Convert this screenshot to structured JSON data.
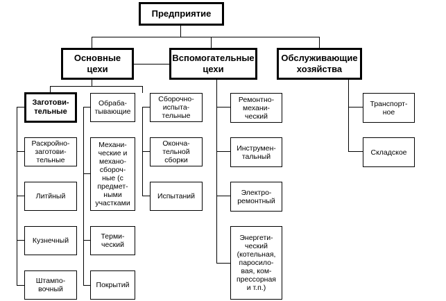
{
  "root": {
    "label": "Предприятие"
  },
  "level1": [
    {
      "label": "Основные цехи"
    },
    {
      "label": "Вспомогательные\nцехи"
    },
    {
      "label": "Обслуживающие\nхозяйства"
    }
  ],
  "main_groups": [
    {
      "label": "Заготови-\nтельные",
      "children": [
        "Раскройно-\nзаготови-\nтельные",
        "Литйный",
        "Кузнечный",
        "Штампо-\nвочный"
      ]
    },
    {
      "label": "Обраба-\nтывающие",
      "children": [
        "Механи-\nческие и\nмехано-\nсбороч-\nные (с\nпредмет-\nными\nучастками",
        "Терми-\nческий",
        "Покрытий"
      ]
    },
    {
      "label": "Сборочно-\nиспыта-\nтельные",
      "children": [
        "Оконча-\nтельной\nсборки",
        "Испытаний"
      ]
    }
  ],
  "auxiliary": [
    "Ремонтно-\nмехани-\nческий",
    "Инструмен-\nтальный",
    "Электро-\nремонтный",
    "Энергети-\nческий\n(котельная,\nпаросило-\nвая, ком-\nпрессорная\nи т.п.)"
  ],
  "service": [
    "Транспорт-\nное",
    "Складское"
  ]
}
